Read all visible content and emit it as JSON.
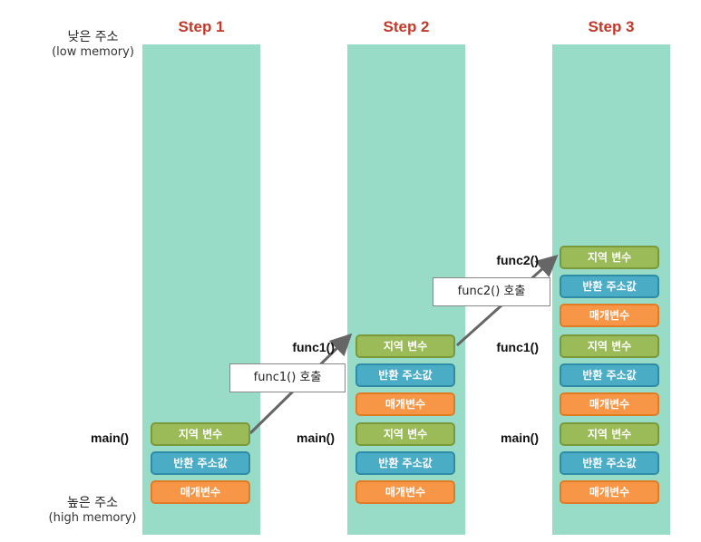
{
  "axis": {
    "low": {
      "ko": "낮은 주소",
      "en": "(low memory)"
    },
    "high": {
      "ko": "높은 주소",
      "en": "(high memory)"
    }
  },
  "steps": [
    {
      "title": "Step 1"
    },
    {
      "title": "Step 2"
    },
    {
      "title": "Step 3"
    }
  ],
  "frames": {
    "main": "main()",
    "func1": "func1()",
    "func2": "func2()"
  },
  "box_labels": {
    "local": "지역 변수",
    "return_address": "반환 주소값",
    "params": "매개변수"
  },
  "callouts": {
    "func1_call": "func1() 호출",
    "func2_call": "func2() 호출"
  },
  "colors": {
    "title": "#c0392b",
    "column": "#98dbc6",
    "local": "#9bbb59",
    "return_address": "#4bacc6",
    "params": "#f79646"
  }
}
